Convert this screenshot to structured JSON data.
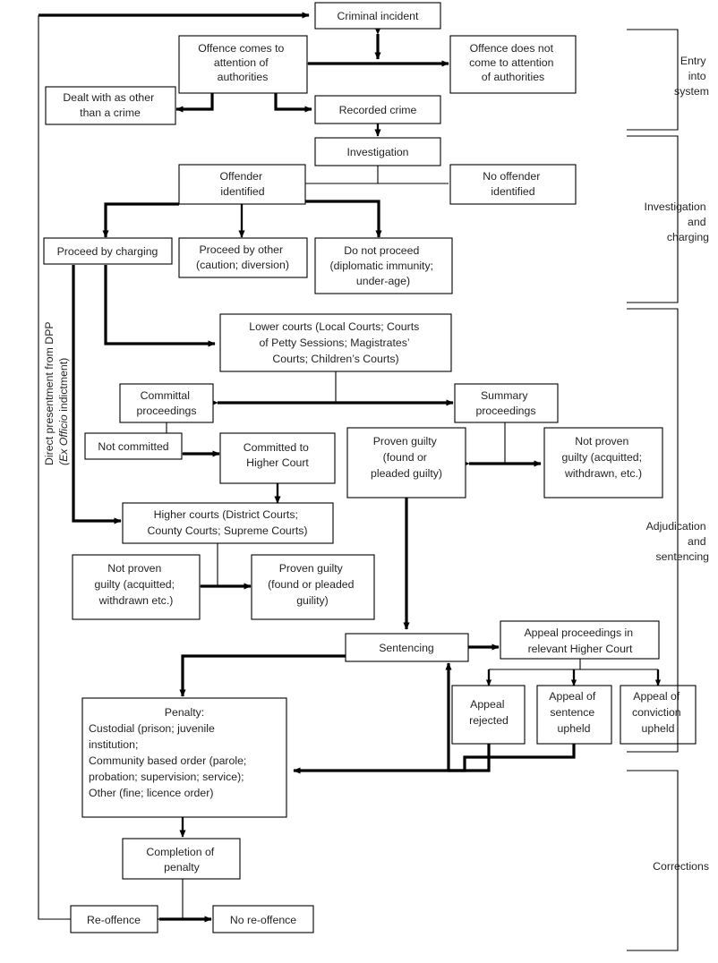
{
  "diagram": {
    "title": "Criminal justice system process flowchart",
    "stroke_color": "#000000",
    "text_color": "#231f20",
    "background": "#ffffff"
  },
  "side_labels": [
    {
      "id": "entry",
      "lines": [
        "Entry",
        "into",
        "system"
      ]
    },
    {
      "id": "investigation",
      "lines": [
        "Investigation",
        "and",
        "charging"
      ]
    },
    {
      "id": "adjudication",
      "lines": [
        "Adjudication",
        "and",
        "sentencing"
      ]
    },
    {
      "id": "corrections",
      "lines": [
        "Corrections"
      ]
    }
  ],
  "vertical_label": {
    "line1": "Direct presentment from DPP",
    "line2_italic": "(Ex Officio",
    "line2_rest": " indictment)"
  },
  "nodes": {
    "criminal_incident": {
      "lines": [
        "Criminal incident"
      ]
    },
    "offence_comes": {
      "lines": [
        "Offence comes to",
        "attention of",
        "authorities"
      ]
    },
    "offence_not_comes": {
      "lines": [
        "Offence does not",
        "come to attention",
        "of authorities"
      ]
    },
    "dealt_other": {
      "lines": [
        "Dealt with as other",
        "than a crime"
      ]
    },
    "recorded_crime": {
      "lines": [
        "Recorded crime"
      ]
    },
    "investigation": {
      "lines": [
        "Investigation"
      ]
    },
    "offender_identified": {
      "lines": [
        "Offender",
        "identified"
      ]
    },
    "no_offender_identified": {
      "lines": [
        "No offender",
        "identified"
      ]
    },
    "proceed_charging": {
      "lines": [
        "Proceed by charging"
      ]
    },
    "proceed_other": {
      "lines": [
        "Proceed by other",
        "(caution; diversion)"
      ]
    },
    "do_not_proceed": {
      "lines": [
        "Do not proceed",
        "(diplomatic immunity;",
        "under-age)"
      ]
    },
    "lower_courts": {
      "lines": [
        "Lower courts (Local Courts; Courts",
        "of Petty Sessions; Magistrates’",
        "Courts; Children’s Courts)"
      ]
    },
    "committal": {
      "lines": [
        "Committal",
        "proceedings"
      ]
    },
    "summary": {
      "lines": [
        "Summary",
        "proceedings"
      ]
    },
    "not_committed": {
      "lines": [
        "Not committed"
      ]
    },
    "committed_higher": {
      "lines": [
        "Committed to",
        "Higher Court"
      ]
    },
    "proven_guilty_lower": {
      "lines": [
        "Proven guilty",
        "(found or",
        "pleaded guilty)"
      ]
    },
    "not_proven_lower": {
      "lines": [
        "Not proven",
        "guilty (acquitted;",
        "withdrawn, etc.)"
      ]
    },
    "higher_courts": {
      "lines": [
        "Higher courts (District Courts;",
        "County Courts; Supreme Courts)"
      ]
    },
    "not_proven_higher": {
      "lines": [
        "Not proven",
        "guilty (acquitted;",
        "withdrawn etc.)"
      ]
    },
    "proven_guilty_higher": {
      "lines": [
        "Proven guilty",
        "(found or pleaded",
        "guility)"
      ]
    },
    "sentencing": {
      "lines": [
        "Sentencing"
      ]
    },
    "appeal_proceedings": {
      "lines": [
        "Appeal proceedings in",
        "relevant Higher Court"
      ]
    },
    "appeal_rejected": {
      "lines": [
        "Appeal",
        "rejected"
      ]
    },
    "appeal_sentence": {
      "lines": [
        "Appeal of",
        "sentence",
        "upheld"
      ]
    },
    "appeal_conviction": {
      "lines": [
        "Appeal of",
        "conviction",
        "upheld"
      ]
    },
    "penalty": {
      "heading": "Penalty:",
      "lines": [
        "Custodial (prison; juvenile",
        "institution;",
        "Community based order (parole;",
        "probation; supervision; service);",
        "Other (fine; licence order)"
      ]
    },
    "completion": {
      "lines": [
        "Completion of",
        "penalty"
      ]
    },
    "re_offence": {
      "lines": [
        "Re-offence"
      ]
    },
    "no_re_offence": {
      "lines": [
        "No re-offence"
      ]
    }
  }
}
